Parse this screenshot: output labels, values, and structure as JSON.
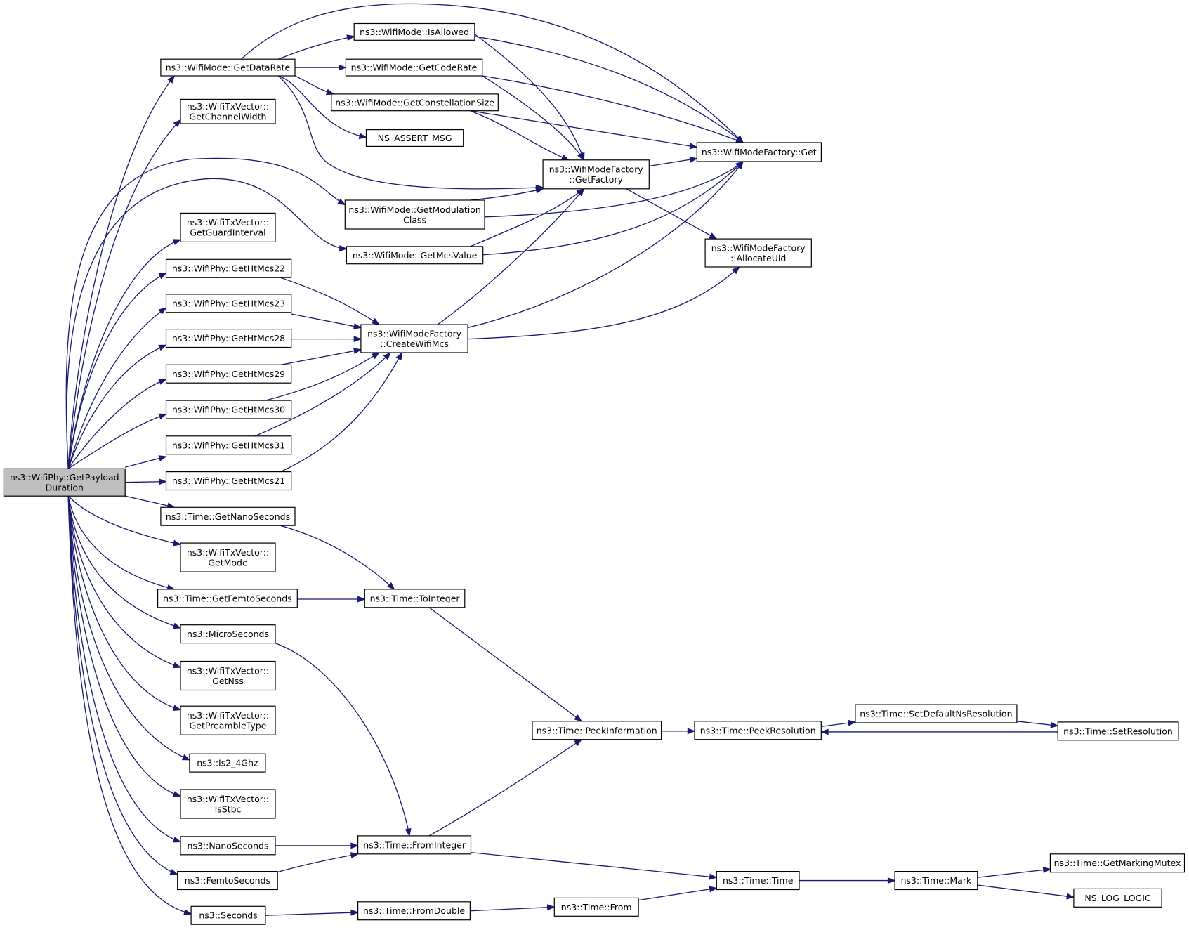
{
  "diagram": {
    "type": "call-graph",
    "edge_color": "#191970",
    "root_fill": "#bfbfbf",
    "nodes": [
      {
        "id": "root",
        "lines": [
          "ns3::WifiPhy::GetPayload",
          "Duration"
        ],
        "root": true
      },
      {
        "id": "getDataRate",
        "lines": [
          "ns3::WifiMode::GetDataRate"
        ]
      },
      {
        "id": "isAllowed",
        "lines": [
          "ns3::WifiMode::IsAllowed"
        ]
      },
      {
        "id": "getCodeRate",
        "lines": [
          "ns3::WifiMode::GetCodeRate"
        ]
      },
      {
        "id": "getConstSize",
        "lines": [
          "ns3::WifiMode::GetConstellationSize"
        ]
      },
      {
        "id": "nsAssertMsg",
        "lines": [
          "NS_ASSERT_MSG"
        ]
      },
      {
        "id": "modeFactoryGet",
        "lines": [
          "ns3::WifiModeFactory::Get"
        ]
      },
      {
        "id": "getFactory",
        "lines": [
          "ns3::WifiModeFactory",
          "::GetFactory"
        ]
      },
      {
        "id": "getChannelWidth",
        "lines": [
          "ns3::WifiTxVector::",
          "GetChannelWidth"
        ]
      },
      {
        "id": "getModClass",
        "lines": [
          "ns3::WifiMode::GetModulation",
          "Class"
        ]
      },
      {
        "id": "getGuardInterval",
        "lines": [
          "ns3::WifiTxVector::",
          "GetGuardInterval"
        ]
      },
      {
        "id": "getMcsValue",
        "lines": [
          "ns3::WifiMode::GetMcsValue"
        ]
      },
      {
        "id": "allocateUid",
        "lines": [
          "ns3::WifiModeFactory",
          "::AllocateUid"
        ]
      },
      {
        "id": "ht22",
        "lines": [
          "ns3::WifiPhy::GetHtMcs22"
        ]
      },
      {
        "id": "ht23",
        "lines": [
          "ns3::WifiPhy::GetHtMcs23"
        ]
      },
      {
        "id": "ht28",
        "lines": [
          "ns3::WifiPhy::GetHtMcs28"
        ]
      },
      {
        "id": "ht29",
        "lines": [
          "ns3::WifiPhy::GetHtMcs29"
        ]
      },
      {
        "id": "ht30",
        "lines": [
          "ns3::WifiPhy::GetHtMcs30"
        ]
      },
      {
        "id": "ht31",
        "lines": [
          "ns3::WifiPhy::GetHtMcs31"
        ]
      },
      {
        "id": "ht21",
        "lines": [
          "ns3::WifiPhy::GetHtMcs21"
        ]
      },
      {
        "id": "createWifiMcs",
        "lines": [
          "ns3::WifiModeFactory",
          "::CreateWifiMcs"
        ]
      },
      {
        "id": "getNanoSeconds",
        "lines": [
          "ns3::Time::GetNanoSeconds"
        ]
      },
      {
        "id": "getMode",
        "lines": [
          "ns3::WifiTxVector::",
          "GetMode"
        ]
      },
      {
        "id": "getFemtoSeconds",
        "lines": [
          "ns3::Time::GetFemtoSeconds"
        ]
      },
      {
        "id": "toInteger",
        "lines": [
          "ns3::Time::ToInteger"
        ]
      },
      {
        "id": "microSeconds",
        "lines": [
          "ns3::MicroSeconds"
        ]
      },
      {
        "id": "getNss",
        "lines": [
          "ns3::WifiTxVector::",
          "GetNss"
        ]
      },
      {
        "id": "getPreambleType",
        "lines": [
          "ns3::WifiTxVector::",
          "GetPreambleType"
        ]
      },
      {
        "id": "peekInformation",
        "lines": [
          "ns3::Time::PeekInformation"
        ]
      },
      {
        "id": "peekResolution",
        "lines": [
          "ns3::Time::PeekResolution"
        ]
      },
      {
        "id": "setDefaultNsRes",
        "lines": [
          "ns3::Time::SetDefaultNsResolution"
        ]
      },
      {
        "id": "setResolution",
        "lines": [
          "ns3::Time::SetResolution"
        ]
      },
      {
        "id": "is24ghz",
        "lines": [
          "ns3::Is2_4Ghz"
        ]
      },
      {
        "id": "isStbc",
        "lines": [
          "ns3::WifiTxVector::",
          "IsStbc"
        ]
      },
      {
        "id": "nanoSeconds",
        "lines": [
          "ns3::NanoSeconds"
        ]
      },
      {
        "id": "fromInteger",
        "lines": [
          "ns3::Time::FromInteger"
        ]
      },
      {
        "id": "femtoSeconds",
        "lines": [
          "ns3::FemtoSeconds"
        ]
      },
      {
        "id": "timeTime",
        "lines": [
          "ns3::Time::Time"
        ]
      },
      {
        "id": "timeMark",
        "lines": [
          "ns3::Time::Mark"
        ]
      },
      {
        "id": "getMarkingMutex",
        "lines": [
          "ns3::Time::GetMarkingMutex"
        ]
      },
      {
        "id": "nsLogLogic",
        "lines": [
          "NS_LOG_LOGIC"
        ]
      },
      {
        "id": "seconds",
        "lines": [
          "ns3::Seconds"
        ]
      },
      {
        "id": "fromDouble",
        "lines": [
          "ns3::Time::FromDouble"
        ]
      },
      {
        "id": "timeFrom",
        "lines": [
          "ns3::Time::From"
        ]
      }
    ],
    "edges": [
      {
        "from": "root",
        "to": "getDataRate"
      },
      {
        "from": "root",
        "to": "getChannelWidth"
      },
      {
        "from": "root",
        "to": "getModClass"
      },
      {
        "from": "root",
        "to": "getGuardInterval"
      },
      {
        "from": "root",
        "to": "getMcsValue"
      },
      {
        "from": "root",
        "to": "ht22"
      },
      {
        "from": "root",
        "to": "ht23"
      },
      {
        "from": "root",
        "to": "ht28"
      },
      {
        "from": "root",
        "to": "ht29"
      },
      {
        "from": "root",
        "to": "ht30"
      },
      {
        "from": "root",
        "to": "ht31"
      },
      {
        "from": "root",
        "to": "ht21"
      },
      {
        "from": "root",
        "to": "getNanoSeconds"
      },
      {
        "from": "root",
        "to": "getMode"
      },
      {
        "from": "root",
        "to": "getFemtoSeconds"
      },
      {
        "from": "root",
        "to": "microSeconds"
      },
      {
        "from": "root",
        "to": "getNss"
      },
      {
        "from": "root",
        "to": "getPreambleType"
      },
      {
        "from": "root",
        "to": "is24ghz"
      },
      {
        "from": "root",
        "to": "isStbc"
      },
      {
        "from": "root",
        "to": "nanoSeconds"
      },
      {
        "from": "root",
        "to": "femtoSeconds"
      },
      {
        "from": "root",
        "to": "seconds"
      },
      {
        "from": "getDataRate",
        "to": "isAllowed"
      },
      {
        "from": "getDataRate",
        "to": "getCodeRate"
      },
      {
        "from": "getDataRate",
        "to": "getConstSize"
      },
      {
        "from": "getDataRate",
        "to": "nsAssertMsg"
      },
      {
        "from": "getDataRate",
        "to": "getFactory"
      },
      {
        "from": "getDataRate",
        "to": "modeFactoryGet"
      },
      {
        "from": "isAllowed",
        "to": "modeFactoryGet"
      },
      {
        "from": "isAllowed",
        "to": "getFactory"
      },
      {
        "from": "getCodeRate",
        "to": "modeFactoryGet"
      },
      {
        "from": "getCodeRate",
        "to": "getFactory"
      },
      {
        "from": "getConstSize",
        "to": "modeFactoryGet"
      },
      {
        "from": "getConstSize",
        "to": "getFactory"
      },
      {
        "from": "getFactory",
        "to": "modeFactoryGet"
      },
      {
        "from": "getFactory",
        "to": "allocateUid"
      },
      {
        "from": "getModClass",
        "to": "getFactory"
      },
      {
        "from": "getModClass",
        "to": "modeFactoryGet"
      },
      {
        "from": "getMcsValue",
        "to": "getFactory"
      },
      {
        "from": "getMcsValue",
        "to": "modeFactoryGet"
      },
      {
        "from": "ht22",
        "to": "createWifiMcs"
      },
      {
        "from": "ht23",
        "to": "createWifiMcs"
      },
      {
        "from": "ht28",
        "to": "createWifiMcs"
      },
      {
        "from": "ht29",
        "to": "createWifiMcs"
      },
      {
        "from": "ht30",
        "to": "createWifiMcs"
      },
      {
        "from": "ht31",
        "to": "createWifiMcs"
      },
      {
        "from": "ht21",
        "to": "createWifiMcs"
      },
      {
        "from": "createWifiMcs",
        "to": "getFactory"
      },
      {
        "from": "createWifiMcs",
        "to": "modeFactoryGet"
      },
      {
        "from": "createWifiMcs",
        "to": "allocateUid"
      },
      {
        "from": "getNanoSeconds",
        "to": "toInteger"
      },
      {
        "from": "getFemtoSeconds",
        "to": "toInteger"
      },
      {
        "from": "toInteger",
        "to": "peekInformation"
      },
      {
        "from": "microSeconds",
        "to": "fromInteger"
      },
      {
        "from": "peekInformation",
        "to": "peekResolution"
      },
      {
        "from": "peekResolution",
        "to": "setDefaultNsRes"
      },
      {
        "from": "setDefaultNsRes",
        "to": "setResolution"
      },
      {
        "from": "setResolution",
        "to": "peekResolution"
      },
      {
        "from": "nanoSeconds",
        "to": "fromInteger"
      },
      {
        "from": "femtoSeconds",
        "to": "fromInteger"
      },
      {
        "from": "fromInteger",
        "to": "peekInformation"
      },
      {
        "from": "fromInteger",
        "to": "timeTime"
      },
      {
        "from": "timeTime",
        "to": "timeMark"
      },
      {
        "from": "timeMark",
        "to": "getMarkingMutex"
      },
      {
        "from": "timeMark",
        "to": "nsLogLogic"
      },
      {
        "from": "seconds",
        "to": "fromDouble"
      },
      {
        "from": "fromDouble",
        "to": "timeFrom"
      },
      {
        "from": "timeFrom",
        "to": "timeTime"
      }
    ]
  }
}
